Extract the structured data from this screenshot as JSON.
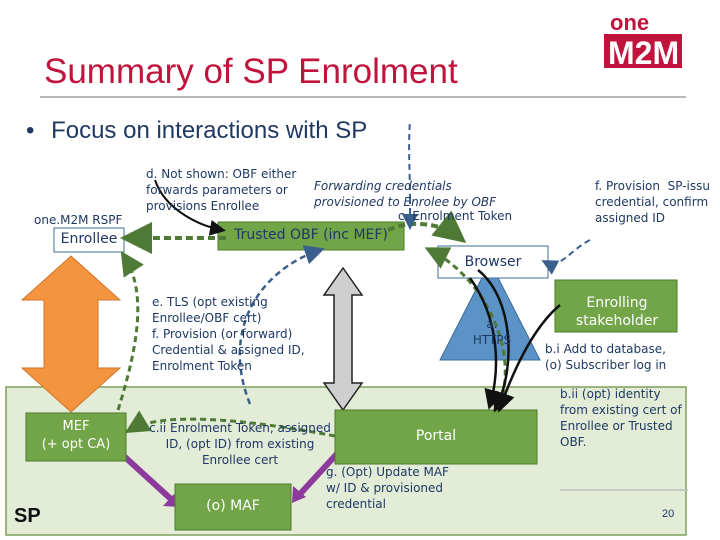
{
  "slide": {
    "title": "Summary of SP Enrolment",
    "bullet": "Focus on interactions with SP",
    "page_number": "20"
  },
  "logo": {
    "text_top": "one",
    "text_bottom": "M2M"
  },
  "colors": {
    "title": "#c0143c",
    "text": "#1f3864",
    "sp_zone": "#e2ecd7",
    "sp_zone_border": "#7fa05c",
    "green_box": "#71a548",
    "green_box_border": "#4b7a2b",
    "blue_triangle": "#5b93c6",
    "orange_arrow": "#f5943e",
    "purple_arrow": "#8c3a9c",
    "arrow_dashed_green": "#4e7a35",
    "arrow_dashed_blue": "#3b5f8c"
  },
  "entities": {
    "enrollee": "Enrollee",
    "trusted_obf": "Trusted OBF (inc MEF)",
    "browser": "Browser",
    "mef": "MEF\n(+ opt CA)",
    "portal": "Portal",
    "maf": "(o) MAF",
    "enrolling_stakeholder": "Enrolling stakeholder",
    "sp": "SP",
    "https": "a.\nHTTPS"
  },
  "notes": {
    "d": "d. Not shown: OBF either\nforwards parameters or\nprovisions Enrollee",
    "rsp": "one.M2M RSPF",
    "forwarding": "Forwarding credentials\nprovisioned to Enrolee by OBF",
    "c": "c. Enrolment Token",
    "f_sp": "f. Provision  SP-issu\ncredential, confirm\nassigned ID",
    "e": "e. TLS (opt existing\nEnrollee/OBF cert)\nf. Provision (or forward)\nCredential & assigned ID,\nEnrolment Token",
    "b_i": "b.i Add to database,\n(o) Subscriber log in",
    "b_ii": "b.ii (opt) identity\nfrom existing cert of\nEnrollee or Trusted\nOBF.",
    "c_ii": "c.ii Enrolment Token, assigned\nID, (opt ID) from existing\nEnrollee cert",
    "g": "g. (Opt) Update MAF\nw/ ID & provisioned\ncredential"
  }
}
